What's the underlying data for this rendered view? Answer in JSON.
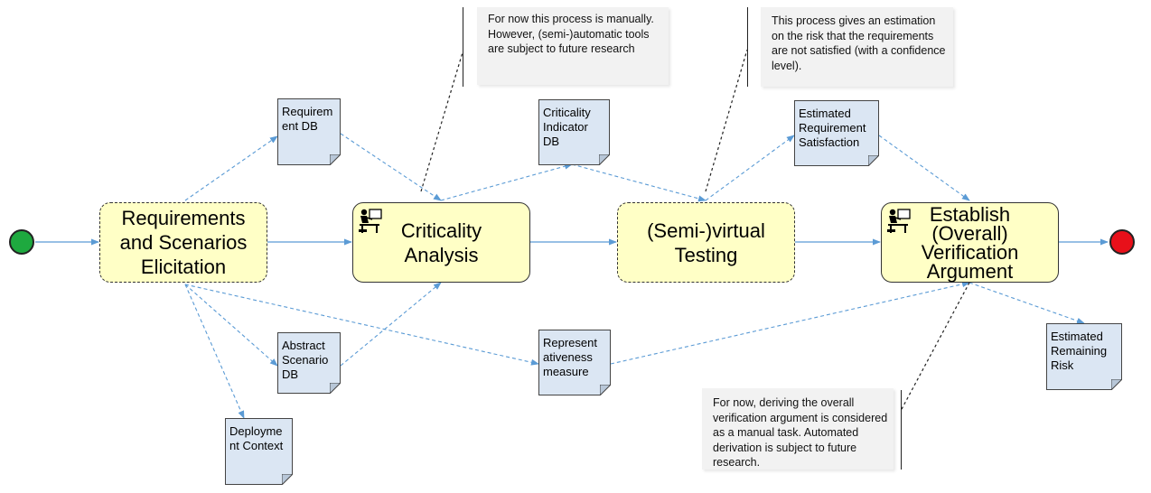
{
  "tasks": {
    "elicitation": "Requirements and Scenarios Elicitation",
    "criticality": "Criticality Analysis",
    "testing": "(Semi-)virtual Testing",
    "argument": "Establish (Overall) Verification Argument"
  },
  "documents": {
    "requirement_db": "Requirem ent DB",
    "abstract_scenario_db": "Abstract Scenario DB",
    "deployment_context": "Deployme nt Context",
    "criticality_indicator_db": "Criticality Indicator DB",
    "representativeness_measure": "Represent ativeness measure",
    "estimated_requirement_satisfaction": "Estimated Requirement Satisfaction",
    "estimated_remaining_risk": "Estimated Remaining Risk"
  },
  "notes": {
    "criticality_note": "For now this process is manually. However, (semi-)automatic tools are subject to future research",
    "testing_note": "This process gives an estimation on the risk that the requirements are not satisfied (with a confidence level).",
    "argument_note": "For now, deriving the overall verification argument is considered as a manual task. Automated derivation is subject to future research."
  },
  "colors": {
    "start_event": "#1ea93f",
    "end_event": "#e8101a",
    "task_fill": "#ffffc6",
    "document_fill": "#dbe6f3",
    "flow_line": "#5b9bd5"
  }
}
